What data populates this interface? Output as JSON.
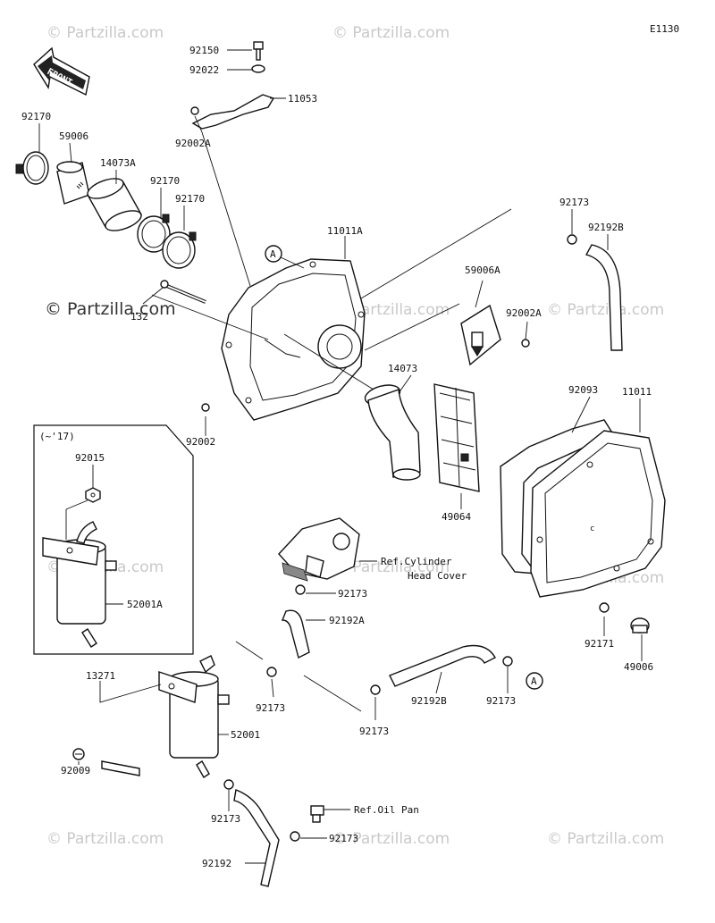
{
  "diagram_code": "E1130",
  "front_label": "FRONT",
  "watermark": "© Partzilla.com",
  "inset_label": "(~'17)",
  "refs": {
    "cylinder_head_line1": "Ref.Cylinder",
    "cylinder_head_line2": "Head Cover",
    "oil_pan": "Ref.Oil Pan"
  },
  "callouts": {
    "a1": "A",
    "a2": "A"
  },
  "parts": {
    "p92150": "92150",
    "p92022": "92022",
    "p11053": "11053",
    "p92002A_top": "92002A",
    "p92170_left": "92170",
    "p59006": "59006",
    "p14073A": "14073A",
    "p92170_mid1": "92170",
    "p92170_mid2": "92170",
    "p11011A": "11011A",
    "p92173_top": "92173",
    "p92192B_top": "92192B",
    "p132": "132",
    "p59006A": "59006A",
    "p92002A_right": "92002A",
    "p14073": "14073",
    "p92093": "92093",
    "p11011": "11011",
    "p92002": "92002",
    "p92015": "92015",
    "p52001A": "52001A",
    "p49064": "49064",
    "p92173_cyl": "92173",
    "p92192A": "92192A",
    "p92171": "92171",
    "p49006": "49006",
    "p13271": "13271",
    "p92173_left": "92173",
    "p92192B_bottom": "92192B",
    "p92173_mid": "92173",
    "p92173_right": "92173",
    "p52001": "52001",
    "p92009": "92009",
    "p92173_low": "92173",
    "p92173_pan": "92173",
    "p92192": "92192"
  }
}
